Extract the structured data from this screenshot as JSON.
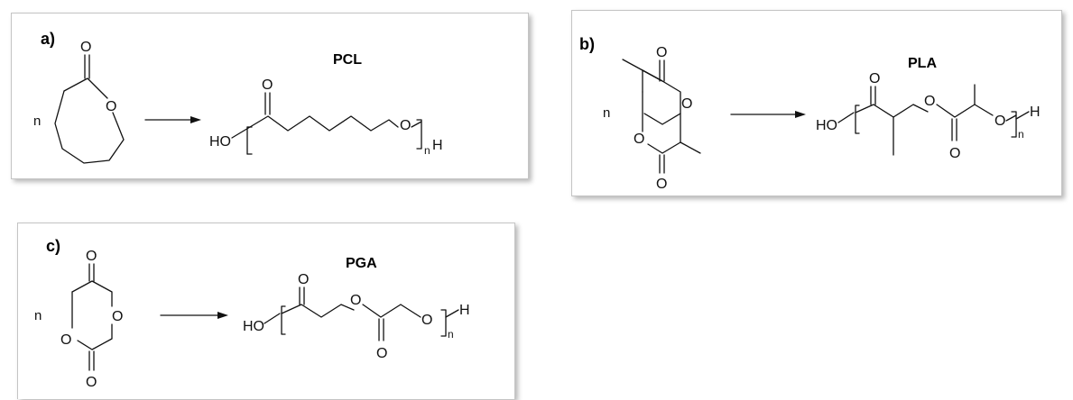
{
  "panels": [
    {
      "label": "a)",
      "coefficient": "n",
      "polymer": "PCL",
      "monomer_atoms": [
        "O",
        "O"
      ],
      "polymer_atoms": {
        "end_left": "HO",
        "carbonyl_o": "O",
        "ether_o": "O",
        "repeat": "n",
        "end_right": "H"
      }
    },
    {
      "label": "b)",
      "coefficient": "n",
      "polymer": "PLA",
      "monomer_atoms": [
        "O",
        "O",
        "O",
        "O"
      ],
      "polymer_atoms": {
        "end_left": "HO",
        "carbonyl_o1": "O",
        "ether_o1": "O",
        "carbonyl_o2": "O",
        "ether_o2": "O",
        "repeat": "n",
        "end_right": "H"
      }
    },
    {
      "label": "c)",
      "coefficient": "n",
      "polymer": "PGA",
      "monomer_atoms": [
        "O",
        "O",
        "O",
        "O"
      ],
      "polymer_atoms": {
        "end_left": "HO",
        "carbonyl_o1": "O",
        "ether_o1": "O",
        "carbonyl_o2": "O",
        "ether_o2": "O",
        "repeat": "n",
        "end_right": "H"
      }
    }
  ]
}
